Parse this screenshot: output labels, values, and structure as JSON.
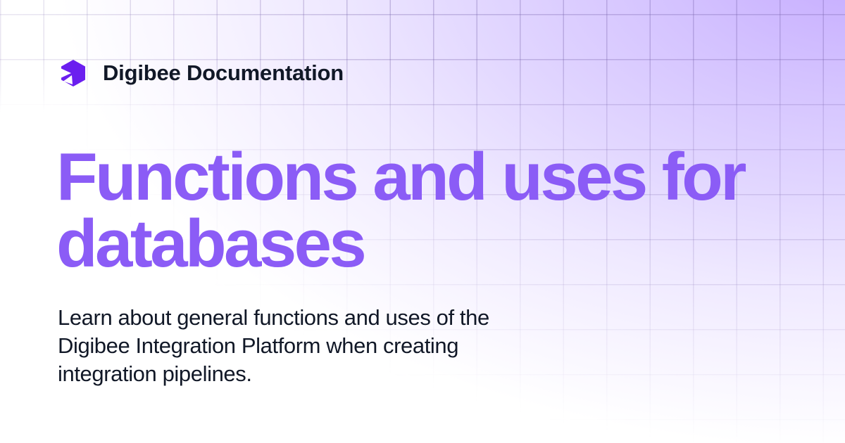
{
  "brand": {
    "name": "Digibee Documentation",
    "logo_icon": "digibee-hexagon-arrow-logo",
    "logo_color": "#6b1fef"
  },
  "page": {
    "title_lines": [
      "Functions and uses for",
      "databases"
    ],
    "title": "Functions and uses for databases",
    "description_lines": [
      "Learn about general functions and uses of the",
      "Digibee Integration Platform when creating",
      "integration pipelines."
    ],
    "description": "Learn about general functions and uses of the Digibee Integration Platform when creating integration pipelines."
  },
  "theme": {
    "accent": "#8b5cf6",
    "text": "#111827",
    "background_highlight": "#c4a9ff",
    "background_base": "#ffffff"
  }
}
